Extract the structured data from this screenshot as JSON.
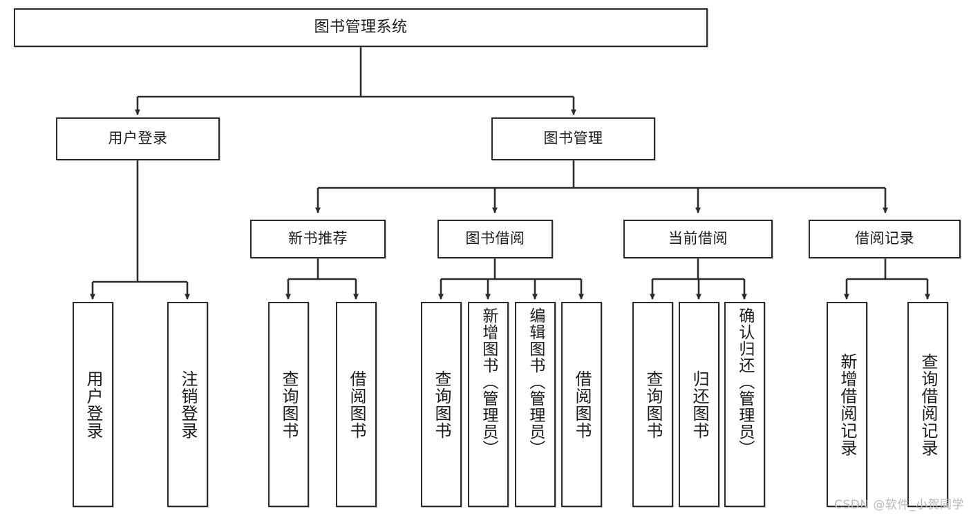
{
  "diagram": {
    "title": "图书管理系统",
    "type": "tree",
    "stroke_color": "#2b2b2b",
    "fill_color": "#ffffff",
    "text_color": "#1b1b1b",
    "root": {
      "label": "图书管理系统"
    },
    "level2": [
      {
        "label": "用户登录"
      },
      {
        "label": "图书管理"
      }
    ],
    "level3": [
      {
        "label": "新书推荐"
      },
      {
        "label": "图书借阅"
      },
      {
        "label": "当前借阅"
      },
      {
        "label": "借阅记录"
      }
    ],
    "leaves": {
      "user_login": [
        {
          "label": "用户登录"
        },
        {
          "label": "注销登录"
        }
      ],
      "new_book": [
        {
          "label": "查询图书"
        },
        {
          "label": "借阅图书"
        }
      ],
      "borrow": [
        {
          "label": "查询图书"
        },
        {
          "label": "新增图书（管理员）"
        },
        {
          "label": "编辑图书（管理员）"
        },
        {
          "label": "借阅图书"
        }
      ],
      "current": [
        {
          "label": "查询图书"
        },
        {
          "label": "归还图书"
        },
        {
          "label": "确认归还（管理员）"
        }
      ],
      "records": [
        {
          "label": "新增借阅记录"
        },
        {
          "label": "查询借阅记录"
        }
      ]
    }
  },
  "watermark": {
    "text": "CSDN @软件_小贺同学"
  }
}
